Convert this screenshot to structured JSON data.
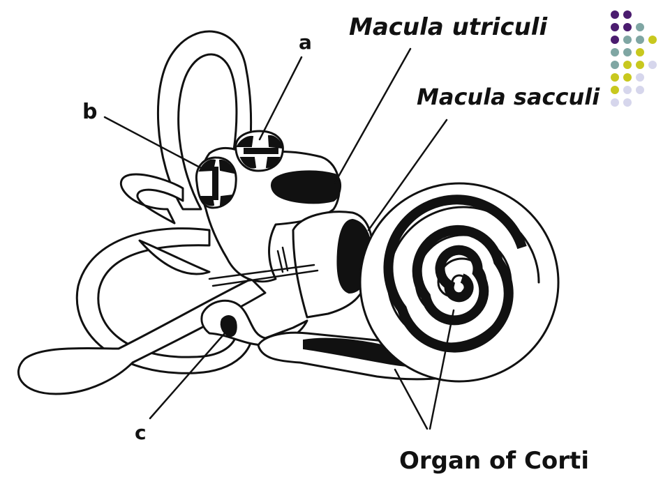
{
  "labels": {
    "a": "a",
    "b": "b",
    "c": "c",
    "macula_utriculi": "Macula utriculi",
    "macula_sacculi": "Macula sacculi",
    "organ_of_corti": "Organ of Corti"
  },
  "dot_grid": {
    "colors": {
      "purple": "#4b1c6f",
      "teal": "#7fa6a3",
      "olive": "#c8c81e",
      "lavender": "#d6d6ec"
    },
    "rows": [
      [
        "purple",
        "purple"
      ],
      [
        "purple",
        "purple",
        "teal"
      ],
      [
        "purple",
        "teal",
        "teal",
        "olive"
      ],
      [
        "teal",
        "teal",
        "olive"
      ],
      [
        "teal",
        "olive",
        "olive",
        "lavender"
      ],
      [
        "olive",
        "olive",
        "lavender"
      ],
      [
        "olive",
        "lavender",
        "lavender"
      ],
      [
        "lavender",
        "lavender"
      ]
    ]
  }
}
